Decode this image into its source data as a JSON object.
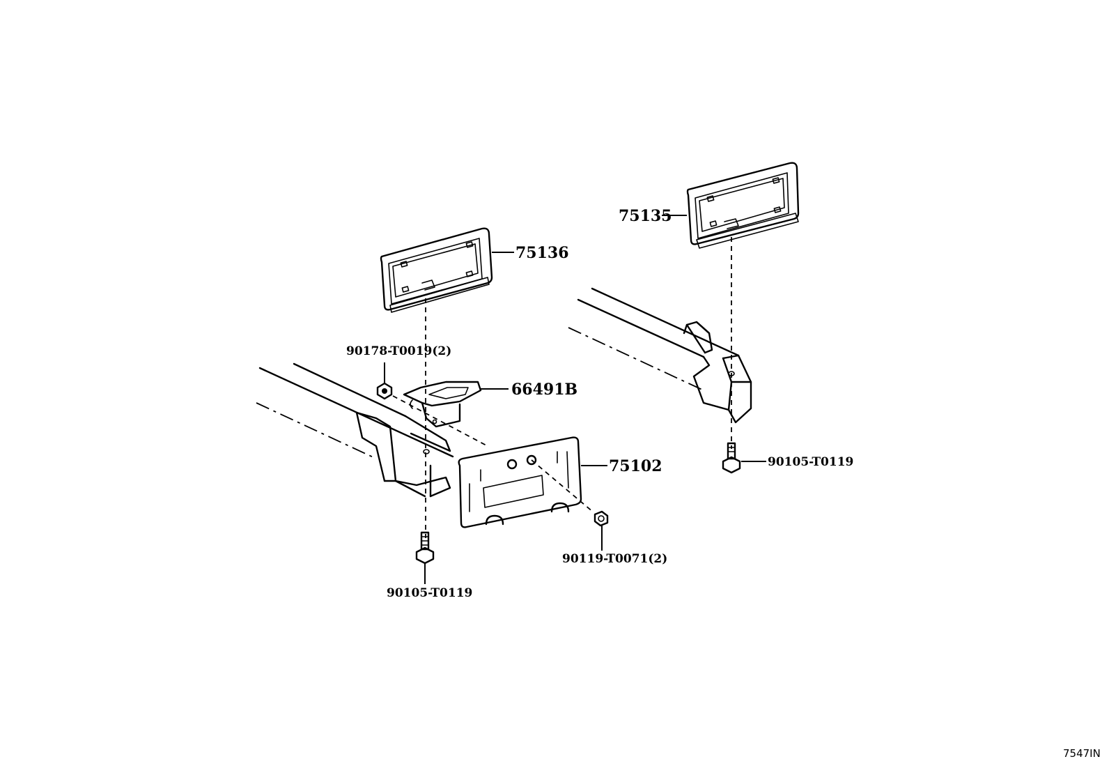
{
  "diagram": {
    "part_numbers": {
      "plate_upper_left": "75136",
      "plate_upper_right": "75135",
      "bracket": "66491B",
      "plate_bracket": "75102",
      "nut_left": "90178-T0019(2)",
      "bolt_left": "90105-T0119",
      "bolt_right": "90105-T0119",
      "screw_center": "90119-T0071(2)"
    },
    "figure_code": "7547IN"
  }
}
